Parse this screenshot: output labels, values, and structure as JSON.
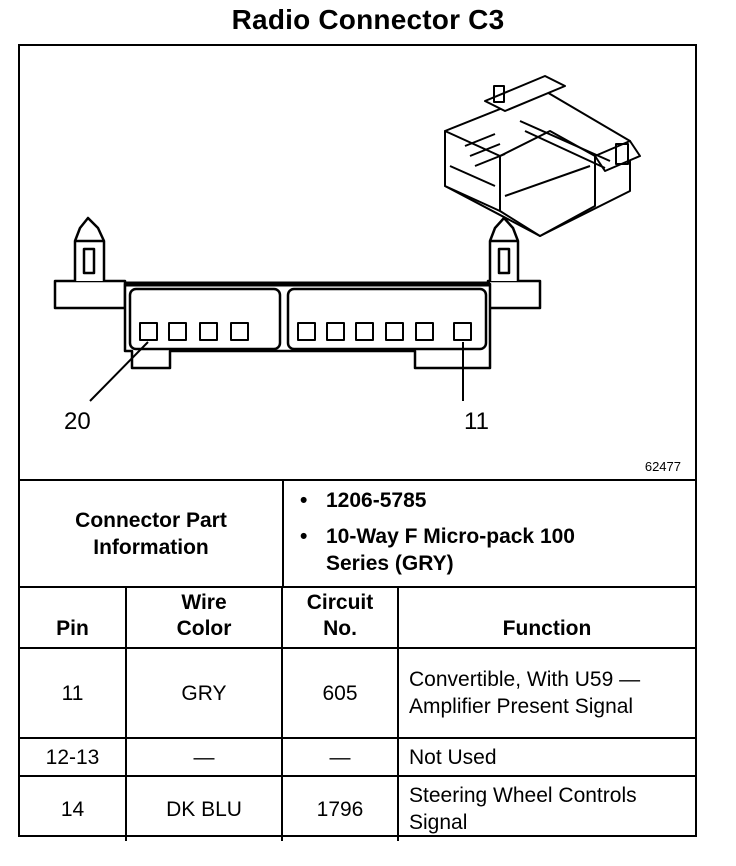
{
  "title": "Radio Connector C3",
  "diagram": {
    "pin_label_left": "20",
    "pin_label_right": "11",
    "figure_code": "62477"
  },
  "connector_info": {
    "label": "Connector Part Information",
    "items": [
      "1206-5785",
      "10-Way F Micro-pack 100 Series (GRY)"
    ]
  },
  "table": {
    "headers": [
      "Pin",
      "Wire Color",
      "Circuit No.",
      "Function"
    ],
    "rows": [
      {
        "pin": "11",
        "wire_color": "GRY",
        "circuit": "605",
        "function": "Convertible, With U59 — Amplifier Present Signal"
      },
      {
        "pin": "12-13",
        "wire_color": "—",
        "circuit": "—",
        "function": "Not Used"
      },
      {
        "pin": "14",
        "wire_color": "DK BLU",
        "circuit": "1796",
        "function": "Steering Wheel Controls Signal"
      }
    ]
  }
}
